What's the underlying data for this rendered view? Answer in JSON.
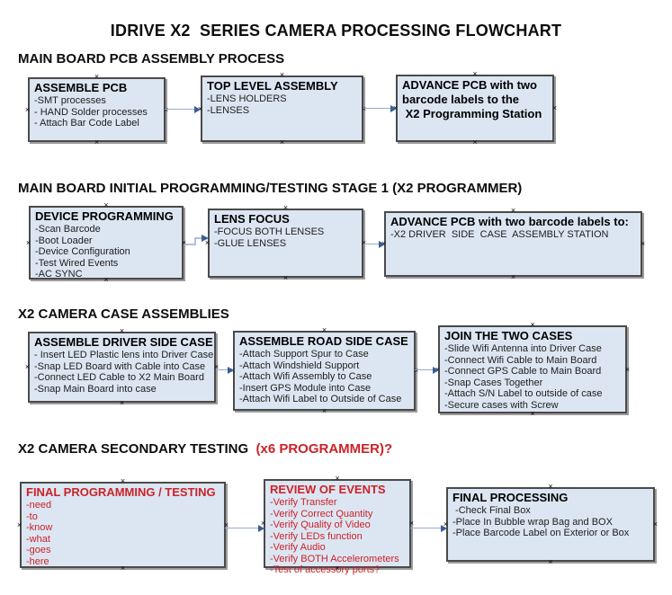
{
  "title": "IDRIVE X2  SERIES CAMERA PROCESSING FLOWCHART",
  "colors": {
    "background": "#ffffff",
    "box_fill": "#dce6f2",
    "box_border": "#4a4a4a",
    "box_shadow": "#9c9c9c",
    "arrow_line": "#95abce",
    "arrow_head": "#3a5e94",
    "red_text": "#cc2228",
    "black_text": "#111111"
  },
  "icons": {
    "connector_anchor": "×"
  },
  "sections": [
    {
      "heading": "MAIN BOARD PCB ASSEMBLY PROCESS",
      "heading_suffix": "",
      "boxes": [
        {
          "title": "ASSEMBLE PCB",
          "items": [
            "-SMT processes",
            "- HAND Solder processes",
            "- Attach Bar Code Label"
          ]
        },
        {
          "title": "TOP LEVEL ASSEMBLY",
          "items": [
            "-LENS HOLDERS",
            "-LENSES"
          ]
        },
        {
          "title": "ADVANCE PCB with two\nbarcode labels to the\n X2 Programming Station",
          "items": []
        }
      ]
    },
    {
      "heading": "MAIN BOARD INITIAL PROGRAMMING/TESTING STAGE 1 (X2 PROGRAMMER)",
      "heading_suffix": "",
      "boxes": [
        {
          "title": "DEVICE PROGRAMMING",
          "items": [
            "-Scan Barcode",
            "-Boot Loader",
            "-Device Configuration",
            "-Test Wired Events",
            "-AC SYNC"
          ]
        },
        {
          "title": "LENS FOCUS",
          "items": [
            "-FOCUS BOTH LENSES",
            "-GLUE LENSES"
          ]
        },
        {
          "title": "ADVANCE PCB with two barcode labels to:",
          "items": [
            "-X2 DRIVER  SIDE  CASE  ASSEMBLY STATION"
          ]
        }
      ]
    },
    {
      "heading": "X2 CAMERA CASE ASSEMBLIES",
      "heading_suffix": "",
      "boxes": [
        {
          "title": "ASSEMBLE DRIVER SIDE CASE",
          "items": [
            "- Insert LED Plastic lens into Driver Case",
            "-Snap LED Board with Cable into Case",
            "-Connect LED Cable to X2 Main Board",
            "-Snap Main Board into case"
          ]
        },
        {
          "title": "ASSEMBLE ROAD SIDE CASE",
          "items": [
            "-Attach Support Spur to Case",
            "-Attach Windshield Support",
            "-Attach Wifi Assembly to Case",
            "-Insert GPS Module into Case",
            "-Attach Wifi Label to Outside of Case"
          ]
        },
        {
          "title": "JOIN THE TWO CASES",
          "items": [
            "-Slide Wifi Antenna into Driver Case",
            "-Connect Wifi Cable to Main Board",
            "-Connect GPS Cable to Main Board",
            "-Snap Cases Together",
            "-Attach S/N Label to outside of case",
            "-Secure cases with Screw"
          ]
        }
      ]
    },
    {
      "heading": "X2 CAMERA SECONDARY TESTING ",
      "heading_suffix": " (x6 PROGRAMMER)?",
      "boxes": [
        {
          "title": "FINAL PROGRAMMING / TESTING",
          "items": [
            "-need",
            "-to",
            "-know",
            "-what",
            "-goes",
            "-here"
          ]
        },
        {
          "title": "REVIEW OF EVENTS",
          "items": [
            "-Verify Transfer",
            "-Verify Correct Quantity",
            "-Verify Quality of Video",
            "-Verify LEDs function",
            "-Verify Audio",
            "-Verify BOTH Accelerometers",
            "-Test of accessory ports?"
          ]
        },
        {
          "title": "FINAL PROCESSING",
          "items": [
            " -Check Final Box",
            "-Place In Bubble wrap Bag and BOX",
            "-Place Barcode Label on Exterior or Box"
          ]
        }
      ]
    }
  ]
}
